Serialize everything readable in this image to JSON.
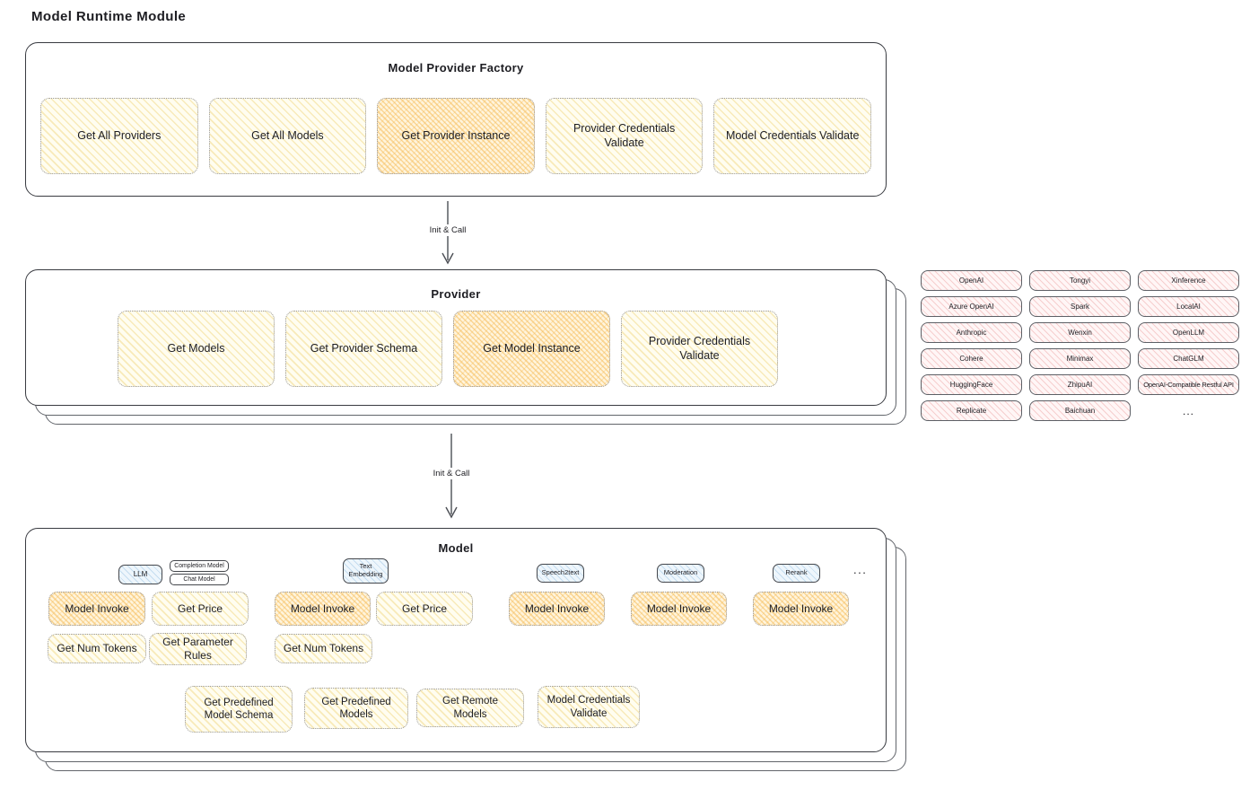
{
  "page_title": "Model Runtime Module",
  "arrow_label": "Init & Call",
  "factory": {
    "title": "Model Provider Factory",
    "items": [
      "Get All Providers",
      "Get All Models",
      "Get Provider Instance",
      "Provider Credentials Validate",
      "Model Credentials Validate"
    ]
  },
  "provider": {
    "title": "Provider",
    "items": [
      "Get Models",
      "Get Provider Schema",
      "Get Model Instance",
      "Provider Credentials Validate"
    ]
  },
  "providers_list": {
    "col1": [
      "OpenAI",
      "Azure OpenAI",
      "Anthropic",
      "Cohere",
      "HuggingFace",
      "Replicate"
    ],
    "col2": [
      "Tongyi",
      "Spark",
      "Wenxin",
      "Minimax",
      "ZhipuAI",
      "Baichuan"
    ],
    "col3": [
      "Xinference",
      "LocalAI",
      "OpenLLM",
      "ChatGLM",
      "OpenAI-Compatible Restful API"
    ],
    "more": "..."
  },
  "model": {
    "title": "Model",
    "tags": [
      "LLM",
      "Completion Model",
      "Chat Model",
      "Text Embedding",
      "Speech2text",
      "Moderation",
      "Rerank"
    ],
    "more": "...",
    "invoke": "Model Invoke",
    "get_price": "Get Price",
    "get_num_tokens": "Get Num Tokens",
    "get_parameter_rules": "Get Parameter Rules",
    "bottom": [
      "Get Predefined Model Schema",
      "Get Predefined Models",
      "Get Remote Models",
      "Model Credentials Validate"
    ]
  },
  "colors": {
    "node_yellow": "#fffdf0",
    "node_orange": "#ffe4ad",
    "provider_pink": "#fff6f6",
    "tag_blue": "#eef6fc",
    "outline": "#393b41"
  }
}
